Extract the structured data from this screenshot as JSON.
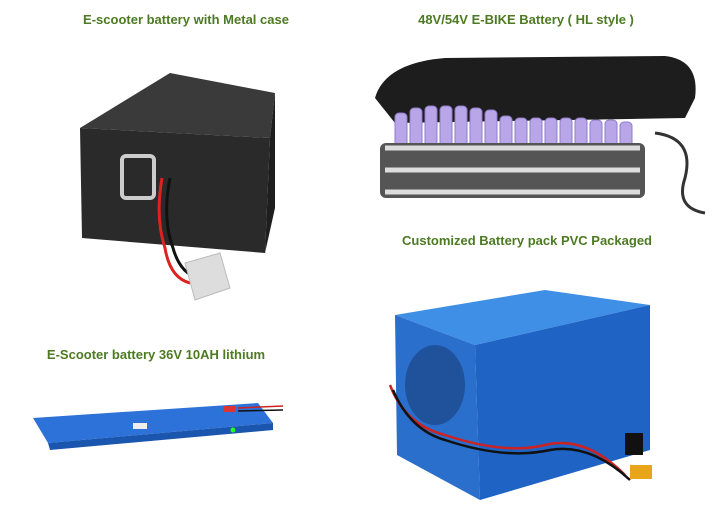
{
  "captions": {
    "metal_case": "E-scooter battery with Metal case",
    "hl_style": "48V/54V E-BIKE Battery ( HL style )",
    "pvc_pack": "Customized Battery pack PVC Packaged",
    "flat_36v": "E-Scooter battery 36V 10AH lithium"
  }
}
